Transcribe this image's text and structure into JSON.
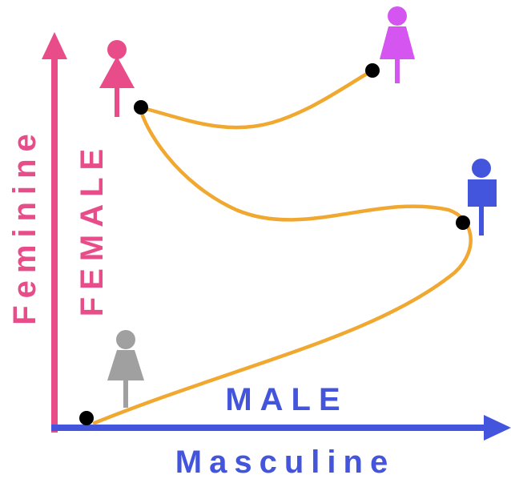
{
  "axes": {
    "y_label": "Feminine",
    "x_label": "Masculine"
  },
  "zone_labels": {
    "female": "FEMALE",
    "male": "MALE"
  },
  "colors": {
    "pink": "#e84d8a",
    "blue": "#4455dd",
    "violet": "#d455f0",
    "gray": "#a0a0a0",
    "curve": "#f0a830",
    "dot": "#000000"
  },
  "figures": [
    {
      "name": "female-figure-pink",
      "icon": "female-symbol",
      "color": "#e84d8a"
    },
    {
      "name": "female-figure-violet",
      "icon": "female-symbol",
      "color": "#d455f0"
    },
    {
      "name": "male-figure-blue",
      "icon": "male-symbol",
      "color": "#4455dd"
    },
    {
      "name": "female-figure-gray",
      "icon": "female-symbol",
      "color": "#a0a0a0"
    }
  ]
}
